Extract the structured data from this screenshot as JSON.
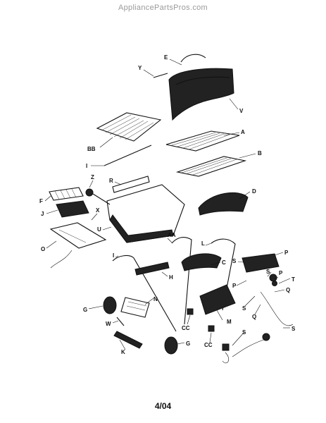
{
  "header": {
    "watermark": "AppliancePartsPros.com"
  },
  "footer": {
    "date_code": "4/04"
  },
  "callouts": [
    {
      "id": "e",
      "text": "E"
    },
    {
      "id": "y",
      "text": "Y"
    },
    {
      "id": "v",
      "text": "V"
    },
    {
      "id": "a",
      "text": "A"
    },
    {
      "id": "bb",
      "text": "BB"
    },
    {
      "id": "b",
      "text": "B"
    },
    {
      "id": "i1",
      "text": "I"
    },
    {
      "id": "z",
      "text": "Z"
    },
    {
      "id": "r",
      "text": "R"
    },
    {
      "id": "d",
      "text": "D"
    },
    {
      "id": "f",
      "text": "F"
    },
    {
      "id": "j",
      "text": "J"
    },
    {
      "id": "x",
      "text": "X"
    },
    {
      "id": "u",
      "text": "U"
    },
    {
      "id": "aa",
      "text": "AA"
    },
    {
      "id": "o",
      "text": "O"
    },
    {
      "id": "l",
      "text": "L"
    },
    {
      "id": "p1",
      "text": "P"
    },
    {
      "id": "s1",
      "text": "S"
    },
    {
      "id": "i2",
      "text": "I"
    },
    {
      "id": "c",
      "text": "C"
    },
    {
      "id": "s2",
      "text": "S"
    },
    {
      "id": "p2",
      "text": "P"
    },
    {
      "id": "t",
      "text": "T"
    },
    {
      "id": "h",
      "text": "H"
    },
    {
      "id": "p3",
      "text": "P"
    },
    {
      "id": "q1",
      "text": "Q"
    },
    {
      "id": "n",
      "text": "N"
    },
    {
      "id": "s3",
      "text": "S"
    },
    {
      "id": "g1",
      "text": "G"
    },
    {
      "id": "q2",
      "text": "Q"
    },
    {
      "id": "w",
      "text": "W"
    },
    {
      "id": "cc1",
      "text": "CC"
    },
    {
      "id": "m",
      "text": "M"
    },
    {
      "id": "s4",
      "text": "S"
    },
    {
      "id": "s5",
      "text": "S"
    },
    {
      "id": "k",
      "text": "K"
    },
    {
      "id": "g2",
      "text": "G"
    },
    {
      "id": "cc2",
      "text": "CC"
    }
  ]
}
